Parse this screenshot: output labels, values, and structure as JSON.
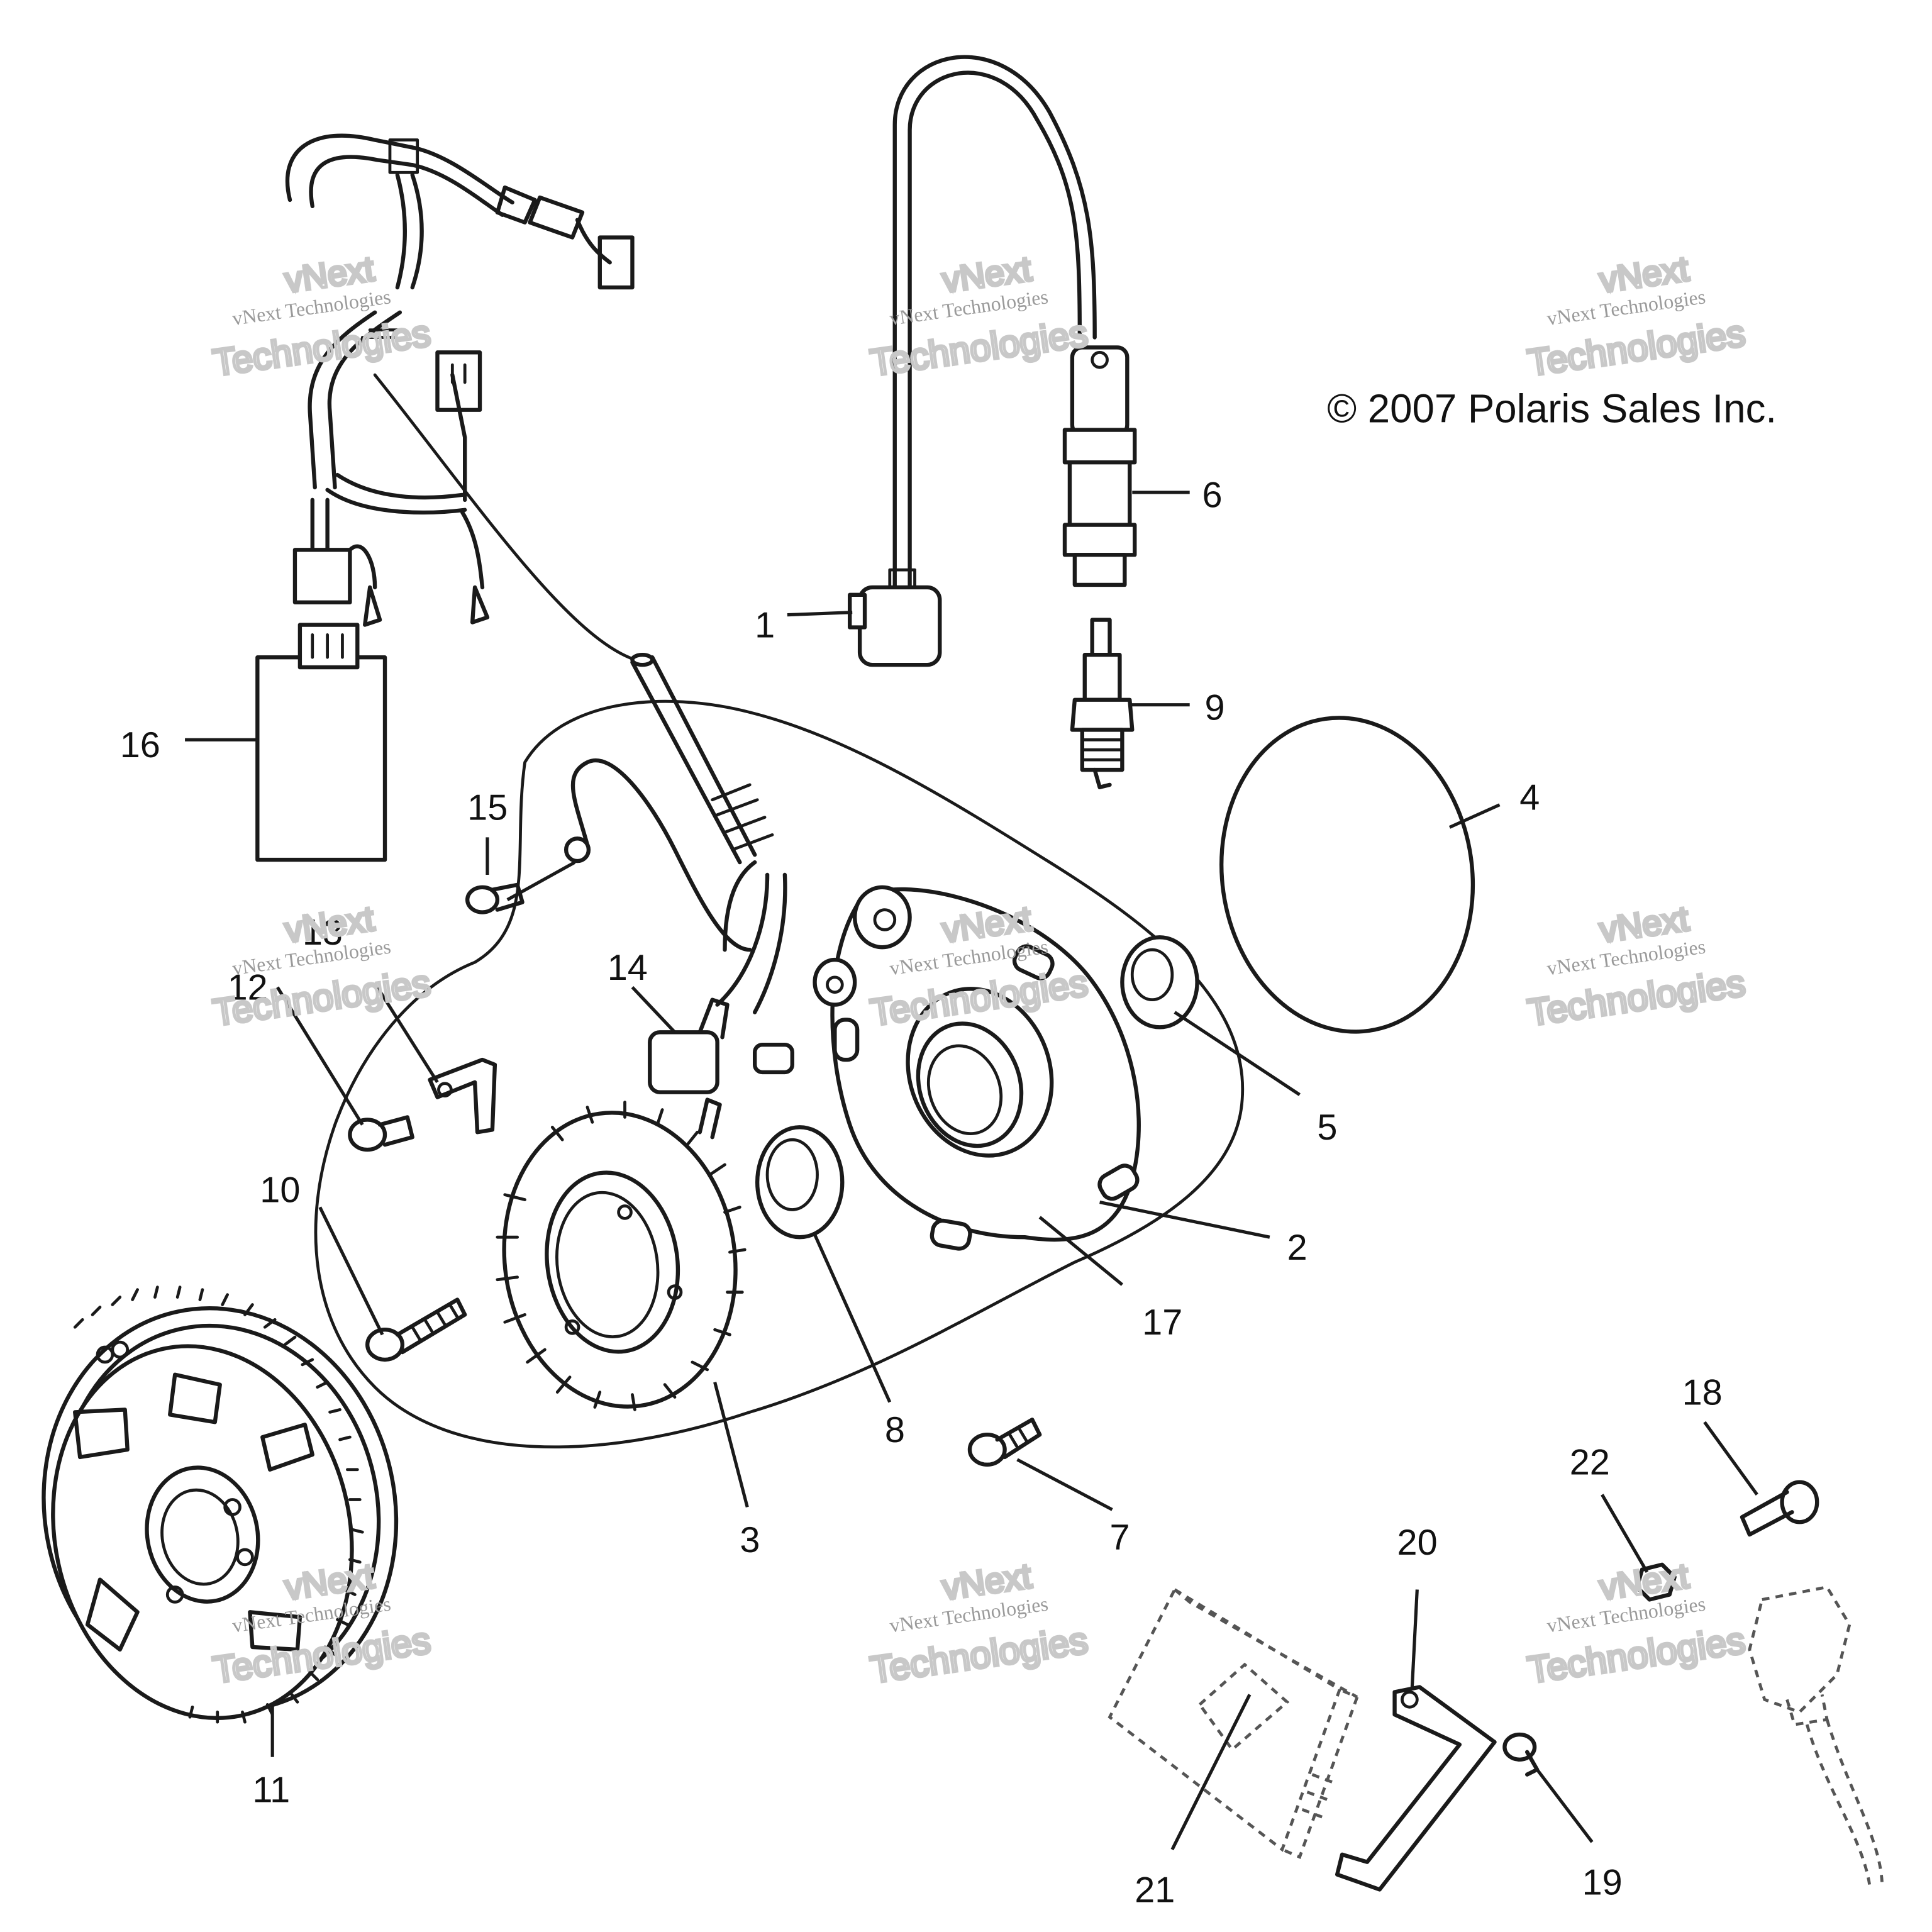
{
  "copyright": "© 2007 Polaris Sales Inc.",
  "watermark": {
    "line1": "vNext Technologies",
    "line2": "Technologies",
    "line3": "vNext"
  },
  "callouts": {
    "c1": "1",
    "c2": "2",
    "c3": "3",
    "c4": "4",
    "c5": "5",
    "c6": "6",
    "c7": "7",
    "c8": "8",
    "c9": "9",
    "c10": "10",
    "c11": "11",
    "c12": "12",
    "c13": "13",
    "c14": "14",
    "c15": "15",
    "c16": "16",
    "c17": "17",
    "c18": "18",
    "c19": "19",
    "c20": "20",
    "c21": "21",
    "c22": "22"
  }
}
